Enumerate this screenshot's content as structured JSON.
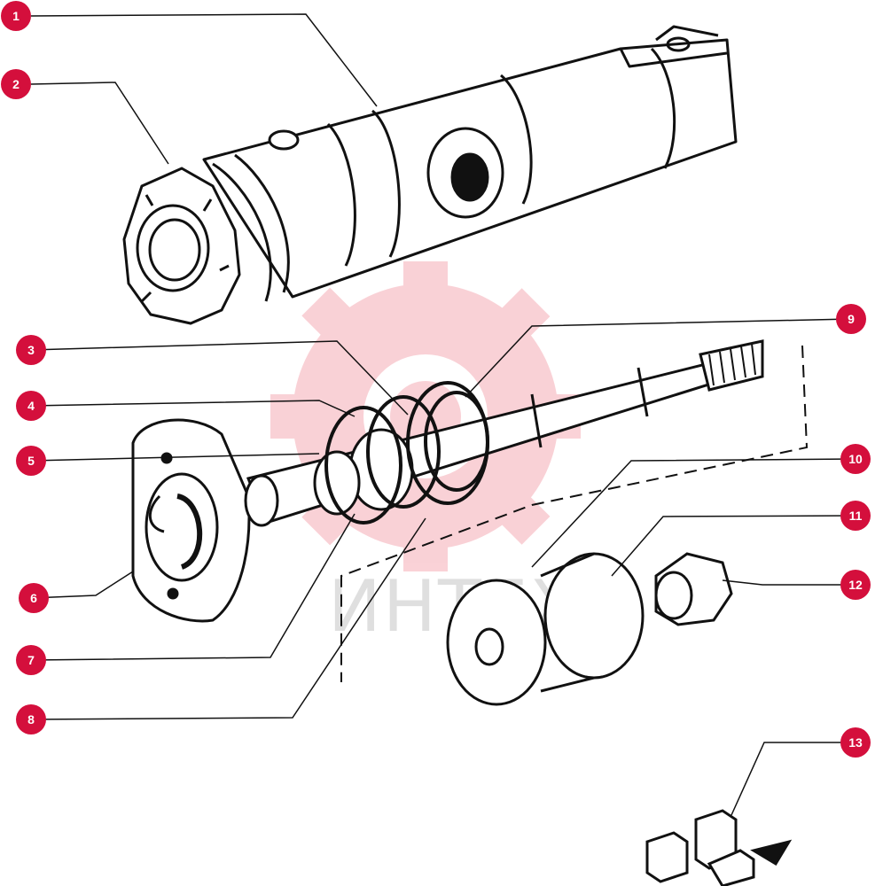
{
  "diagram": {
    "watermark_text": "ИНТЕХ",
    "accent_color": "#d40f3c",
    "line_color": "#111111",
    "callouts": [
      {
        "id": "c1",
        "label": "1"
      },
      {
        "id": "c2",
        "label": "2"
      },
      {
        "id": "c3",
        "label": "3"
      },
      {
        "id": "c4",
        "label": "4"
      },
      {
        "id": "c5",
        "label": "5"
      },
      {
        "id": "c6",
        "label": "6"
      },
      {
        "id": "c7",
        "label": "7"
      },
      {
        "id": "c8",
        "label": "8"
      },
      {
        "id": "c9",
        "label": "9"
      },
      {
        "id": "c10",
        "label": "10"
      },
      {
        "id": "c11",
        "label": "11"
      },
      {
        "id": "c12",
        "label": "12"
      },
      {
        "id": "c13",
        "label": "13"
      }
    ]
  }
}
